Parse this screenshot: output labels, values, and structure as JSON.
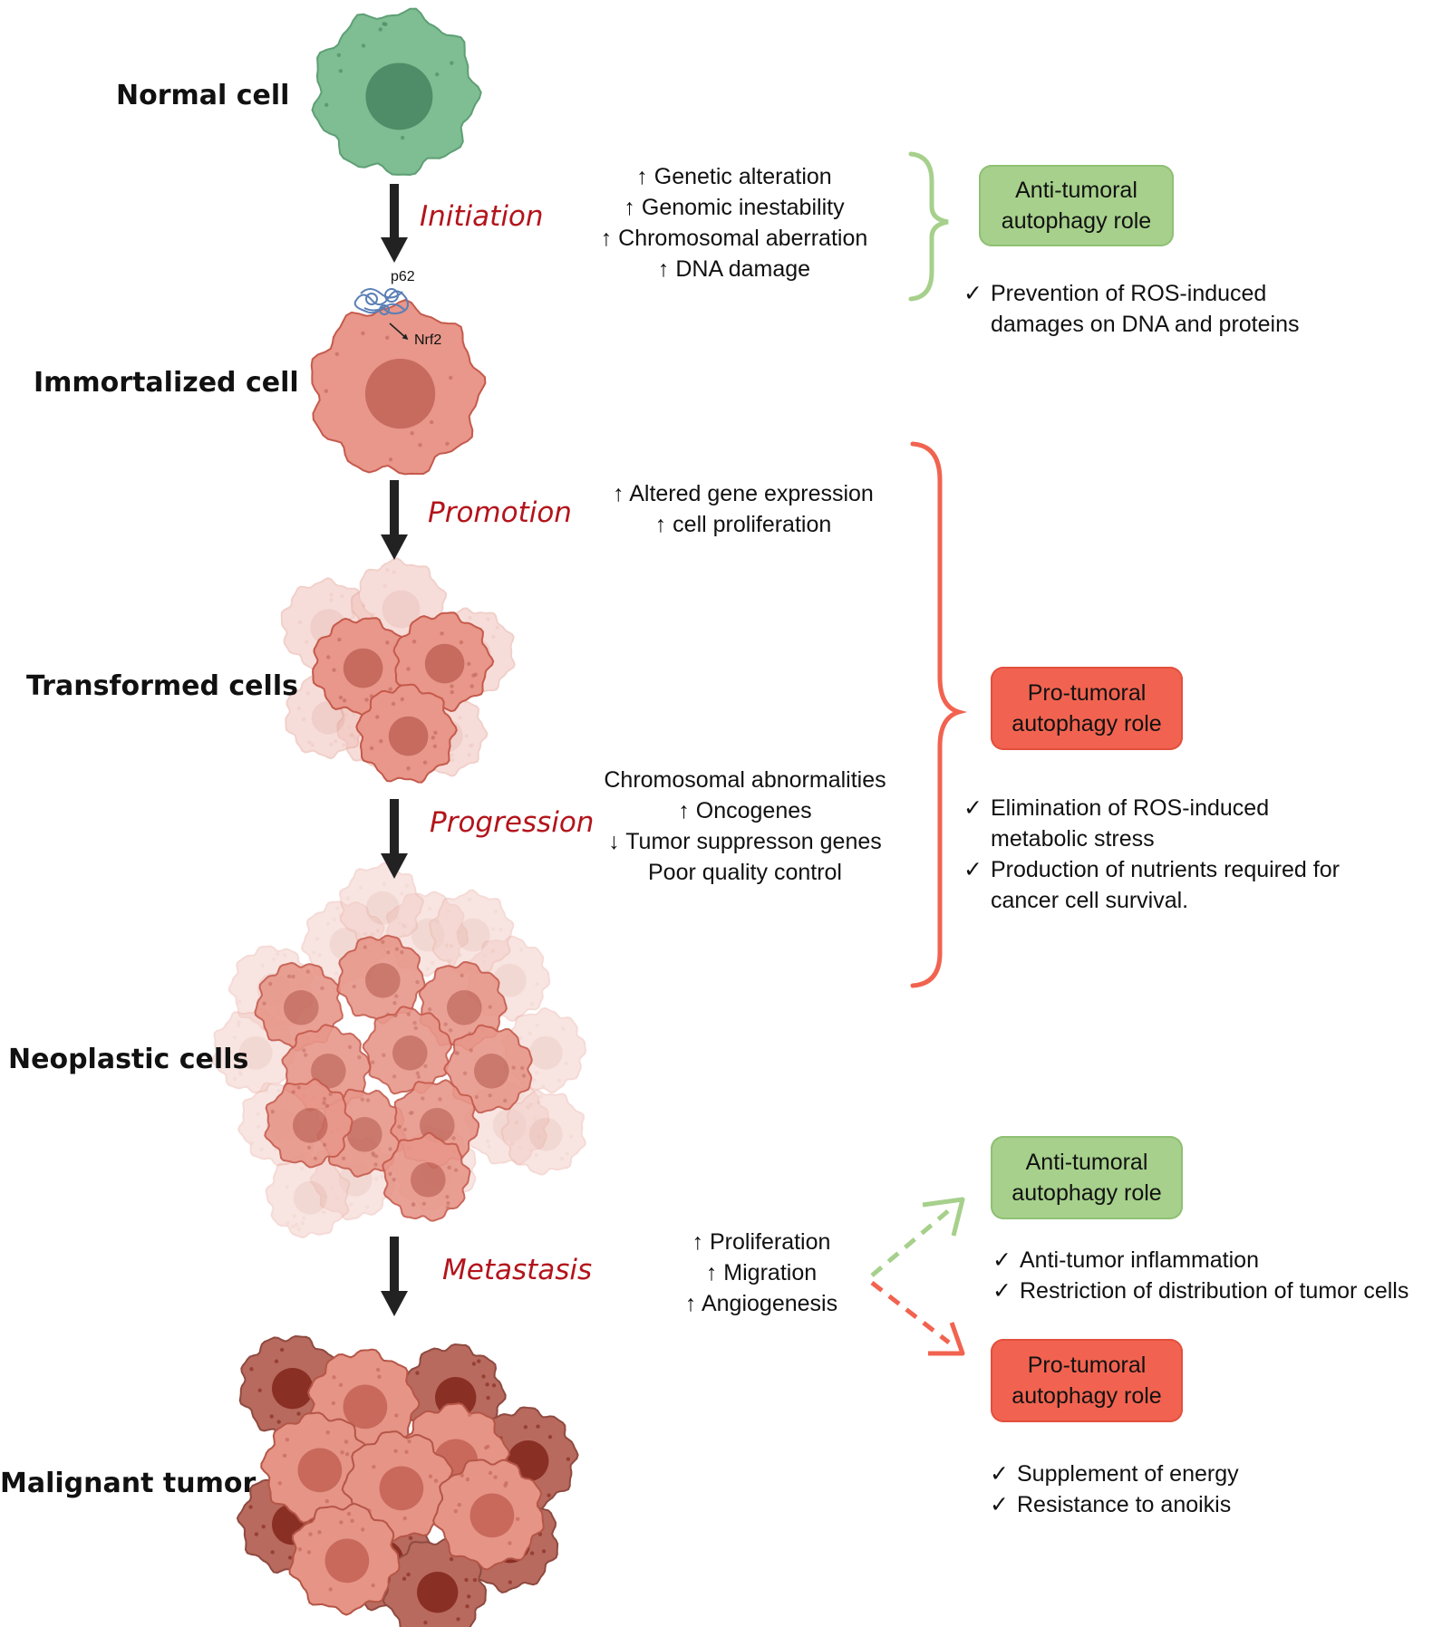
{
  "stages": [
    "Normal cell",
    "Immortalized cell",
    "Transformed cells",
    "Neoplastic cells",
    "Malignant tumor"
  ],
  "processes": {
    "initiation": {
      "label": "Initiation",
      "effects": [
        "↑ Genetic alteration",
        "↑ Genomic inestability",
        "↑ Chromosomal aberration",
        "↑ DNA damage"
      ]
    },
    "promotion": {
      "label": "Promotion",
      "effects": [
        "↑ Altered gene expression",
        "↑ cell proliferation"
      ]
    },
    "progression": {
      "label": "Progression",
      "effects": [
        "Chromosomal abnormalities",
        "↑ Oncogenes",
        "↓ Tumor suppresson genes",
        "Poor quality control"
      ]
    },
    "metastasis": {
      "label": "Metastasis",
      "effects": [
        "↑ Proliferation",
        "↑ Migration",
        "↑ Angiogenesis"
      ]
    }
  },
  "markers": {
    "p62": "p62",
    "nrf2": "Nrf2"
  },
  "roles": {
    "anti_initiation": {
      "line1": "Anti-tumoral",
      "line2": "autophagy role",
      "checks": [
        [
          "Prevention of ROS-induced",
          "damages on DNA and proteins"
        ]
      ]
    },
    "pro_promotion": {
      "line1": "Pro-tumoral",
      "line2": "autophagy role",
      "checks": [
        [
          "Elimination of ROS-induced",
          "metabolic stress"
        ],
        [
          "Production of nutrients  required for",
          "cancer cell survival."
        ]
      ]
    },
    "anti_metastasis": {
      "line1": "Anti-tumoral",
      "line2": "autophagy role",
      "checks": [
        [
          "Anti-tumor inflammation"
        ],
        [
          "Restriction of distribution of tumor cells"
        ]
      ]
    },
    "pro_metastasis": {
      "line1": "Pro-tumoral",
      "line2": "autophagy role",
      "checks": [
        [
          "Supplement of energy"
        ],
        [
          "Resistance to anoikis"
        ]
      ]
    }
  },
  "check_symbol": "✓",
  "colors": {
    "anti": "#a6d08b",
    "pro": "#f16350",
    "process_text": "#b3141b",
    "normal_cell": "#7fbd93",
    "tumor_cell": "#e8978a",
    "malignant_dark": "#9b4a3f"
  }
}
